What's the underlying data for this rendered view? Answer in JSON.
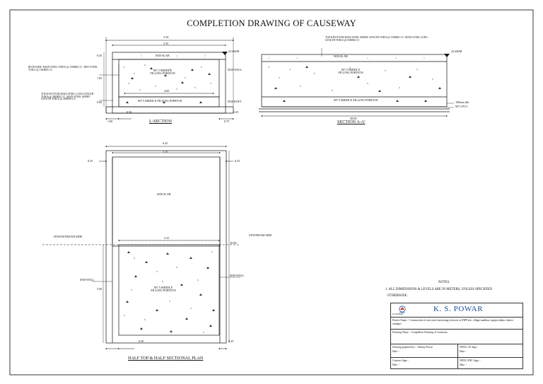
{
  "title": "COMPLETION DRAWING OF CAUSEWAY",
  "l_section": {
    "caption": "L-SECTION",
    "dim_top": "5.50",
    "dim_top_inner": "5.45",
    "dim_inner": "4.60",
    "dim_left_045": "0.45",
    "dim_left_185": "1.85",
    "dim_left_060": "0.60",
    "dim_bottom_100": "1.00",
    "dim_bottom_050": "0.50",
    "dim_bottom_075": "0.75",
    "dim_right_025": "0.25",
    "level": "22.660M",
    "slab": "M30 SLAB",
    "wall": "M30 WALL",
    "raft": "M30 RAFT",
    "middle_fill": "M7.5 MIDDLE FILLING PORTION",
    "middle_fill_bottom": "M7.5 MIDDLE FILLING PORTION",
    "note_both_side": "BOTH SIDE: MAIN STEEL TOR16 @ 150MM C/C. DIST STEEL TOR12 @ 150MM C/C",
    "note_top_bottom": "TOP & BOTTOM MAIN STEEL LONG LENGTH TOR16 @ 200MM C/C. MAIN STEEL SHORT LENGTH TOR10 @ 200MM C/C"
  },
  "section_aa": {
    "caption": "SECTION A-A'",
    "note_top": "TOP & BOTTOM MAIN STEEL SHORT LENGTH TOR10 @ 150MM C/C. MAIN STEEL LONG LENGTH TOR12 @150MM C/C",
    "level": "22.660M",
    "slab": "M30 SLAB",
    "middle_fill": "M7.5 MIDDLE FILLING PORTION",
    "middle_fill_bottom": "M7.5 MIDDLE FILLING PORTION",
    "dim_length": "28.00",
    "pcc_note_1": "100mm thk",
    "pcc_note_2": "M7.5 PCC"
  },
  "plan": {
    "caption": "HALF TOP & HALF SECTIONAL PLAN",
    "dim_top": "6.45",
    "dim_top_inner": "5.70",
    "dim_left_025": "0.25",
    "dim_right_025": "0.25",
    "dim_mid": "5.25",
    "dim_right_1000": "10.00",
    "dim_left_500": "5.00",
    "dim_bottom_050": "0.50",
    "dim_bottom_025": "0.25",
    "slab": "M30 SLAB",
    "downstream": "DOWNSTREAM SIDE",
    "upstream": "UPSTREAM SIDE",
    "wall_left": "M30 WALL",
    "wall_right": "M30 WALL",
    "middle_fill": "M7.5 MIDDLE FILLING PORTION"
  },
  "notes": {
    "heading": "NOTES",
    "line1": "1. ALL DIMENSIONS & LEVELS ARE IN METERS, UNLESS SPECIFIED",
    "line2": "OTHERWISE."
  },
  "title_block": {
    "company": "K. S. POWAR",
    "logo_text": "K.S.POWAR",
    "project_name": "Project Name :- Construction of rain water harvesting reservoir at JNPP site, village mudhan, rajapur taluka, district ratnagiri.",
    "drawing_name": "Drawing Name :- Completion Drawing of Causeway",
    "prepared_by": "Drawing prepared by :- Akshay Powar",
    "prepared_date": "Date :-",
    "ce_sign": "NPCIL CE Sign :-",
    "ce_date": "Date :-",
    "contract_sign": "Contract Sign :-",
    "contract_date": "Date :-",
    "enc_sign": "NPCIL ENC Sign :-",
    "enc_date": "Date :-"
  },
  "colors": {
    "ink": "#111111",
    "company": "#1c4fa0",
    "logo_accent": "#c0392b"
  }
}
